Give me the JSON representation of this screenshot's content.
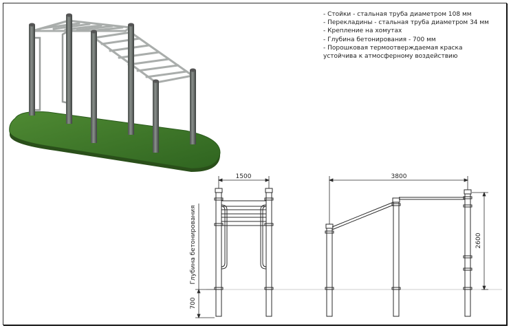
{
  "specs": [
    "- Стойки - стальная труба диаметром 108 мм",
    "- Перекладины - стальная труба диаметром 34 мм",
    "- Крепление на хомутах",
    "- Глубина бетонирования - 700 мм",
    "- Порошковая термоотверждаемая краска",
    "устойчива к атмосферному воздействию"
  ],
  "dimensions": {
    "side_width": "1500",
    "front_length": "3800",
    "height": "2600",
    "depth": "700",
    "depth_label": "Глубина бетонирования"
  },
  "colors": {
    "lawn": "#3f7a2a",
    "post": "#6e7470",
    "rung": "#b4b8b6",
    "line": "#2a2a2a"
  }
}
